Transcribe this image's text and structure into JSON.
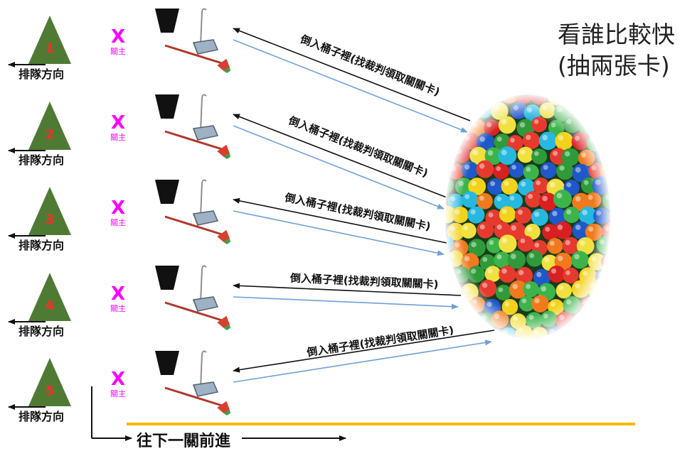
{
  "title": {
    "line1": "看誰比較快",
    "line2": "(抽兩張卡)"
  },
  "lanes": [
    {
      "number": "1",
      "x_mark": "X",
      "gatekeeper": "關主",
      "queue_label": "排隊方向",
      "instruction": "倒入桶子裡(找裁判領取關關卡)"
    },
    {
      "number": "2",
      "x_mark": "X",
      "gatekeeper": "關主",
      "queue_label": "排隊方向",
      "instruction": "倒入桶子裡(找裁判領取關關卡)"
    },
    {
      "number": "3",
      "x_mark": "X",
      "gatekeeper": "關主",
      "queue_label": "排隊方向",
      "instruction": "倒入桶子裡(找裁判領取關關卡)"
    },
    {
      "number": "4",
      "x_mark": "X",
      "gatekeeper": "關主",
      "queue_label": "排隊方向",
      "instruction": "倒入桶子裡(找裁判領取關關卡)"
    },
    {
      "number": "5",
      "x_mark": "X",
      "gatekeeper": "關主",
      "queue_label": "排隊方向",
      "instruction": "倒入桶子裡(找裁判領取關關卡)"
    }
  ],
  "next_stage_label": "往下一關前進",
  "colors": {
    "triangle": "#4f7a34",
    "triangle_number": "#ff2a2a",
    "gatekeeper": "#ff00ff",
    "return_arrow": "#111111",
    "go_arrow": "#6fa0d8",
    "finish_line": "#f5b800",
    "bucket": "#111111"
  },
  "icons": {
    "cone": "triangle-cone-icon",
    "bucket": "bucket-icon",
    "dustpan": "dustpan-icon",
    "ball_pit": "ball-pit-image"
  }
}
